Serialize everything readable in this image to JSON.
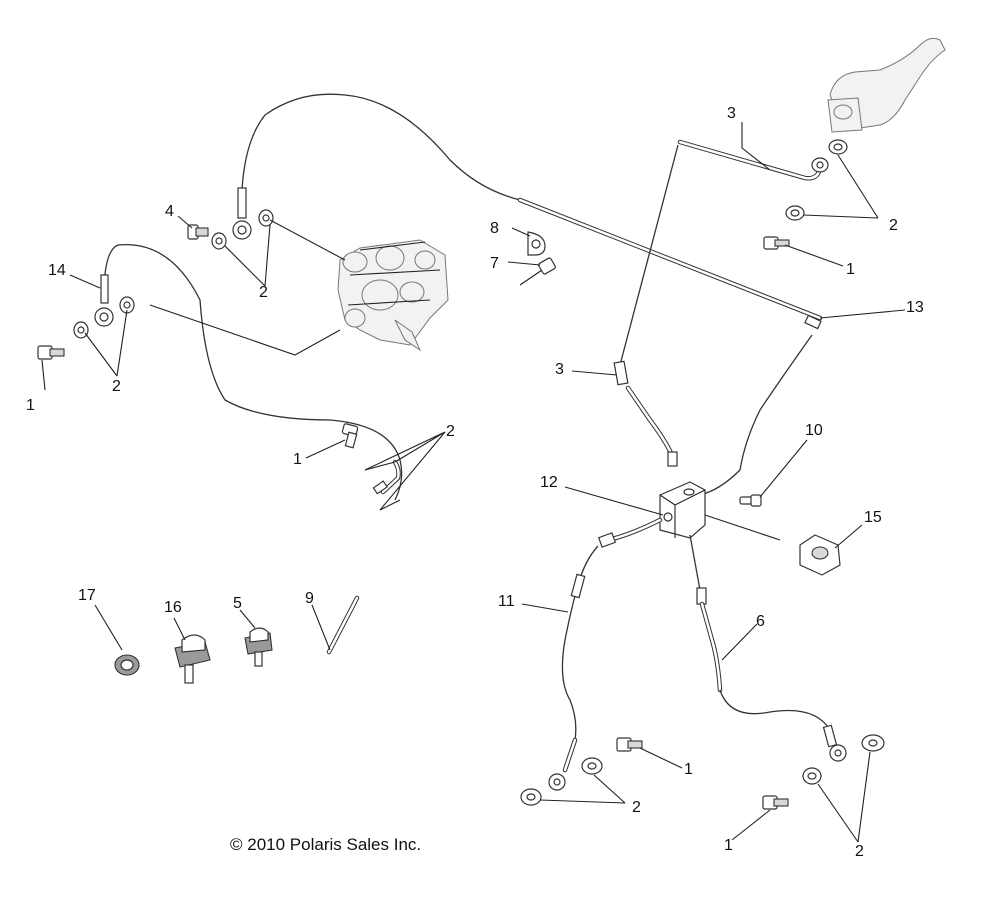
{
  "diagram": {
    "copyright": "© 2010 Polaris Sales Inc.",
    "callouts": [
      {
        "id": "c-3-top",
        "text": "3"
      },
      {
        "id": "c-2-topright",
        "text": "2"
      },
      {
        "id": "c-1-topright",
        "text": "1"
      },
      {
        "id": "c-13",
        "text": "13"
      },
      {
        "id": "c-8",
        "text": "8"
      },
      {
        "id": "c-7",
        "text": "7"
      },
      {
        "id": "c-4",
        "text": "4"
      },
      {
        "id": "c-2-caliper",
        "text": "2"
      },
      {
        "id": "c-14",
        "text": "14"
      },
      {
        "id": "c-1-left",
        "text": "1"
      },
      {
        "id": "c-2-left",
        "text": "2"
      },
      {
        "id": "c-1-mid",
        "text": "1"
      },
      {
        "id": "c-2-mid",
        "text": "2"
      },
      {
        "id": "c-3-mid",
        "text": "3"
      },
      {
        "id": "c-10",
        "text": "10"
      },
      {
        "id": "c-12",
        "text": "12"
      },
      {
        "id": "c-15",
        "text": "15"
      },
      {
        "id": "c-11",
        "text": "11"
      },
      {
        "id": "c-6",
        "text": "6"
      },
      {
        "id": "c-17",
        "text": "17"
      },
      {
        "id": "c-16",
        "text": "16"
      },
      {
        "id": "c-5",
        "text": "5"
      },
      {
        "id": "c-9",
        "text": "9"
      },
      {
        "id": "c-1-bottomcenter",
        "text": "1"
      },
      {
        "id": "c-2-bottomcenter",
        "text": "2"
      },
      {
        "id": "c-1-bottomright",
        "text": "1"
      },
      {
        "id": "c-2-bottomright",
        "text": "2"
      }
    ]
  }
}
